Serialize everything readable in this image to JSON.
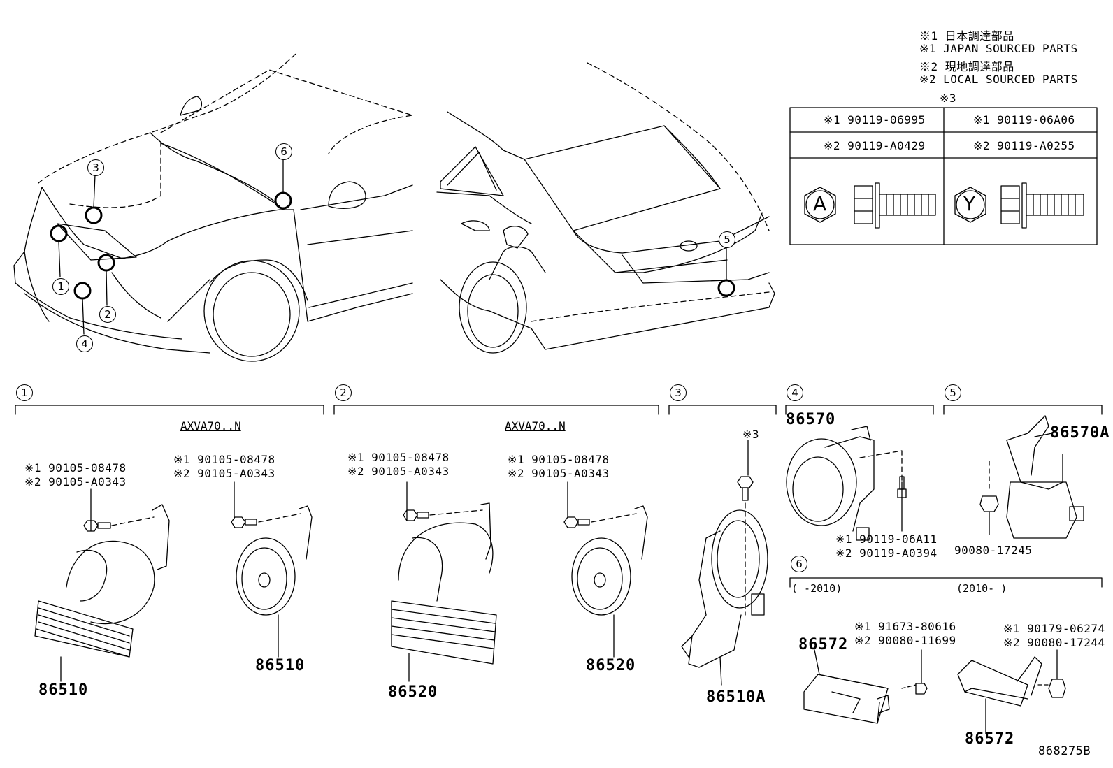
{
  "legend": {
    "line1": "※1 日本調達部品",
    "line2": "※1 JAPAN SOURCED PARTS",
    "line3": "※2 現地調達部品",
    "line4": "※2 LOCAL SOURCED PARTS"
  },
  "note3_table": {
    "title": "※3",
    "cells": [
      "※1 90119-06995",
      "※1 90119-06A06",
      "※2 90119-A0429",
      "※2 90119-A0255"
    ],
    "hex_a": "A",
    "hex_y": "Y"
  },
  "vehicle_callouts": [
    "1",
    "2",
    "3",
    "4",
    "5",
    "6"
  ],
  "sections": {
    "s1": {
      "num": "1",
      "model": "AXVA70..N",
      "bolt_left": [
        "※1 90105-08478",
        "※2 90105-A0343"
      ],
      "bolt_right": [
        "※1 90105-08478",
        "※2 90105-A0343"
      ],
      "part_left": "86510",
      "part_right": "86510"
    },
    "s2": {
      "num": "2",
      "model": "AXVA70..N",
      "bolt_left": [
        "※1 90105-08478",
        "※2 90105-A0343"
      ],
      "bolt_right": [
        "※1 90105-08478",
        "※2 90105-A0343"
      ],
      "part_left": "86520",
      "part_right": "86520"
    },
    "s3": {
      "num": "3",
      "note": "※3",
      "part": "86510A"
    },
    "s4": {
      "num": "4",
      "part": "86570",
      "bolt": [
        "※1 90119-06A11",
        "※2 90119-A0394"
      ]
    },
    "s5": {
      "num": "5",
      "part": "86570A",
      "bolt": "90080-17245"
    },
    "s6": {
      "num": "6",
      "range_left": "(  -2010)",
      "range_right": "(2010-   )",
      "part_left": "86572",
      "bolt_left": [
        "※1 91673-80616",
        "※2 90080-11699"
      ],
      "part_right": "86572",
      "bolt_right": [
        "※1 90179-06274",
        "※2 90080-17244"
      ]
    }
  },
  "drawing_id": "868275B"
}
